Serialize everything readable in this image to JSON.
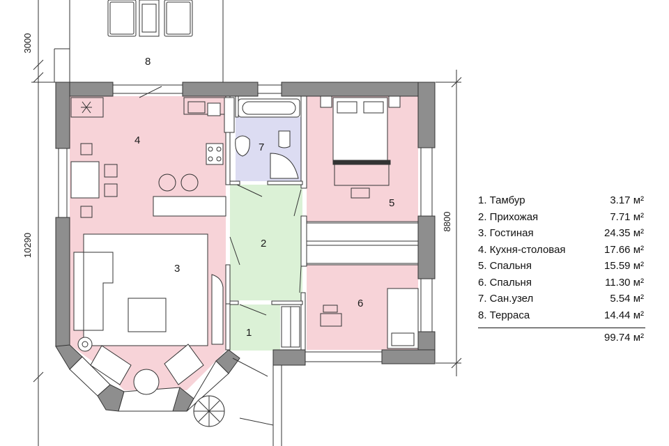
{
  "colors": {
    "wall": "#8e8e8e",
    "room_pink": "#f7d3d8",
    "room_green": "#dbf1d6",
    "room_blue": "#dcdcf2",
    "line": "#333333"
  },
  "room_numbers": [
    "1",
    "2",
    "3",
    "4",
    "5",
    "6",
    "7",
    "8"
  ],
  "dimensions": {
    "terrace_depth": "3000",
    "total_length": "10290",
    "right_length": "8800"
  },
  "legend": {
    "rows": [
      {
        "name": "1. Тамбур",
        "area": "3.17 м²"
      },
      {
        "name": "2. Прихожая",
        "area": "7.71 м²"
      },
      {
        "name": "3. Гостиная",
        "area": "24.35 м²"
      },
      {
        "name": "4. Кухня-столовая",
        "area": "17.66 м²"
      },
      {
        "name": "5. Спальня",
        "area": "15.59 м²"
      },
      {
        "name": "6. Спальня",
        "area": "11.30 м²"
      },
      {
        "name": "7. Сан.узел",
        "area": "5.54 м²"
      },
      {
        "name": "8. Терраса",
        "area": "14.44 м²"
      }
    ],
    "total": "99.74 м²"
  }
}
